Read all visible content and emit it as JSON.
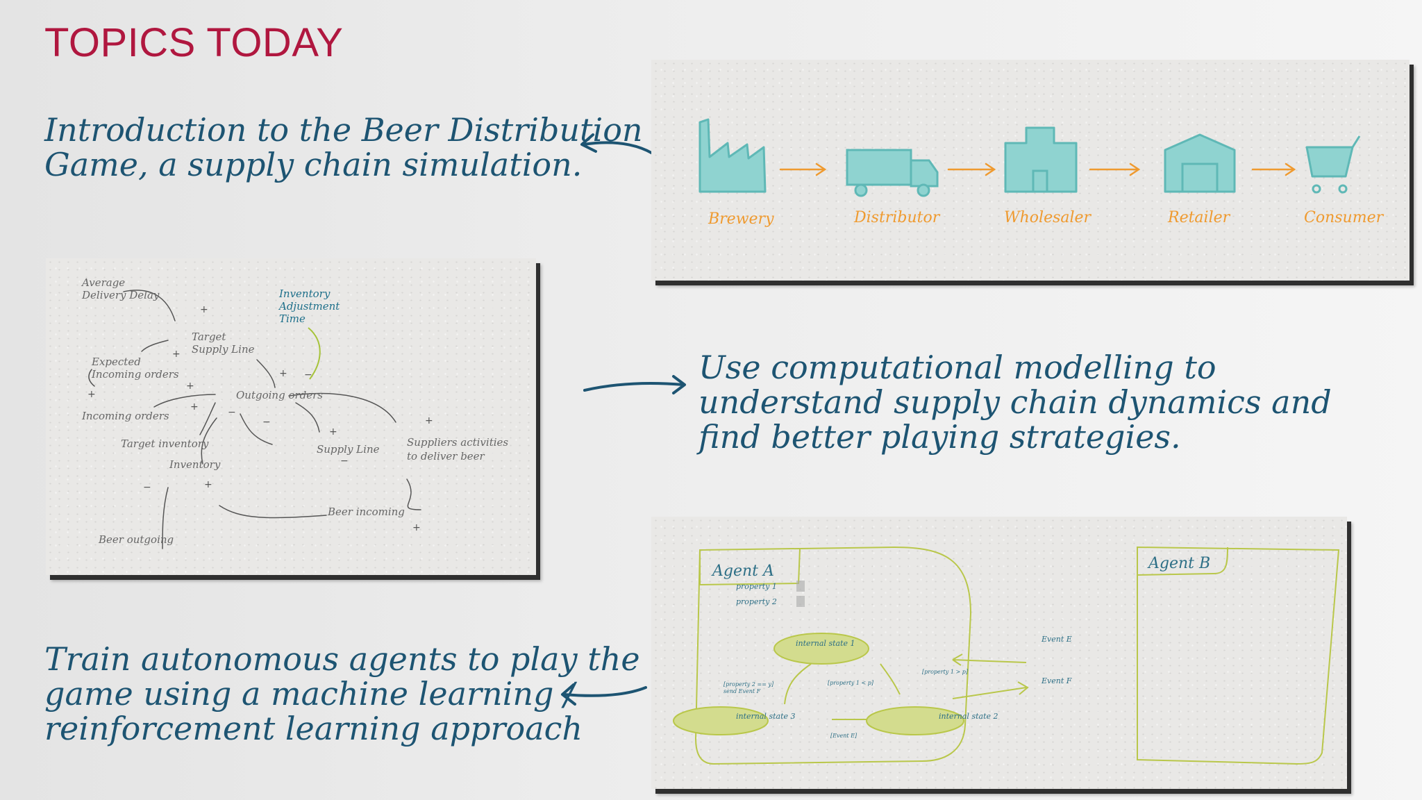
{
  "slide": {
    "title": "TOPICS TODAY",
    "topic1_line1": "Introduction to the Beer Distribution",
    "topic1_line2": "Game, a supply chain simulation.",
    "topic2_line1": "Use computational modelling to",
    "topic2_line2": "understand supply chain dynamics and",
    "topic2_line3": "find better playing strategies.",
    "topic3_line1": "Train autonomous agents to play the",
    "topic3_line2": "game using a machine learning /",
    "topic3_line3": "reinforcement learning approach"
  },
  "supply_chain": {
    "stages": [
      "Brewery",
      "Distributor",
      "Wholesaler",
      "Retailer",
      "Consumer"
    ],
    "icons": [
      "factory-icon",
      "truck-icon",
      "warehouse-icon",
      "house-icon",
      "cart-icon"
    ],
    "colors": {
      "icon": "#8fd3d0",
      "icon_stroke": "#5fb8b6",
      "label": "#ef9a2f",
      "arrow": "#ef9a2f"
    }
  },
  "causal_loop": {
    "average_delivery_delay": [
      "Average",
      "Delivery Delay"
    ],
    "inventory_adjustment_time": [
      "Inventory",
      "Adjustment",
      "Time"
    ],
    "target_supply_line": [
      "Target",
      "Supply Line"
    ],
    "expected_incoming_orders": [
      "Expected",
      "Incoming orders"
    ],
    "outgoing_orders": "Outgoing orders",
    "incoming_orders": "Incoming orders",
    "target_inventory": "Target inventory",
    "inventory": "Inventory",
    "supply_line": "Supply Line",
    "suppliers_activities": [
      "Suppliers activities",
      "to deliver beer"
    ],
    "beer_incoming": "Beer incoming",
    "beer_outgoing": "Beer outgoing",
    "colors": {
      "text": "#666666",
      "teal_text": "#1d6f8a",
      "green_link": "#a6c33a"
    }
  },
  "agent_diagram": {
    "agent_a": "Agent A",
    "agent_b": "Agent B",
    "property_1": "property 1",
    "property_2": "property 2",
    "internal_state_1": "internal state 1",
    "internal_state_2": "internal state 2",
    "internal_state_3": "internal state 3",
    "event_e": "Event E",
    "event_f": "Event F",
    "cond_1": "[property 1 > p]",
    "cond_2": "[property 1 < p]",
    "cond_3": "[property 2 == y]",
    "cond_3b": "send Event F",
    "cond_4": "[Event E]",
    "colors": {
      "outline": "#b9c74a",
      "state_fill": "#d3dc8e",
      "text": "#2d6f86"
    }
  },
  "colors": {
    "title": "#b0173f",
    "handwriting": "#1d5472",
    "card_shadow": "#2f2f2f"
  }
}
